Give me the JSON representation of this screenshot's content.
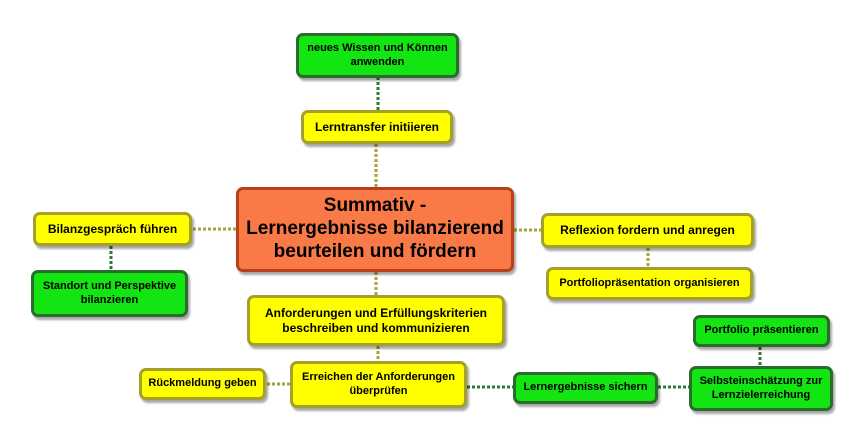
{
  "diagram": {
    "central": [
      "Summativ -",
      "Lernergebnisse bilanzierend",
      "beurteilen und fördern"
    ],
    "nodes": {
      "neues_wissen": [
        "neues Wissen und Können",
        "anwenden"
      ],
      "lerntransfer": "Lerntransfer initiieren",
      "bilanzgespraech": "Bilanzgespräch führen",
      "standort": [
        "Standort und Perspektive",
        "bilanzieren"
      ],
      "reflexion": "Reflexion fordern und anregen",
      "portfolio_organisieren": "Portfoliopräsentation organisieren",
      "anforderungen": [
        "Anforderungen und Erfüllungskriterien",
        "beschreiben und kommunizieren"
      ],
      "erreichen": [
        "Erreichen der Anforderungen",
        "überprüfen"
      ],
      "rueckmeldung": "Rückmeldung geben",
      "lernergebnisse_sichern": "Lernergebnisse sichern",
      "portfolio_praesentieren": "Portfolio präsentieren",
      "selbsteinschaetzung": [
        "Selbsteinschätzung zur",
        "Lernzielerreichung"
      ]
    },
    "colors": {
      "central_fill": "#f97a46",
      "central_border": "#b8401a",
      "yellow_fill": "#ffff00",
      "yellow_border": "#a4a02a",
      "green_fill": "#12e512",
      "green_border": "#2b6b2b",
      "link_yellow": "#a9a23c",
      "link_green": "#2f7a2f"
    }
  }
}
